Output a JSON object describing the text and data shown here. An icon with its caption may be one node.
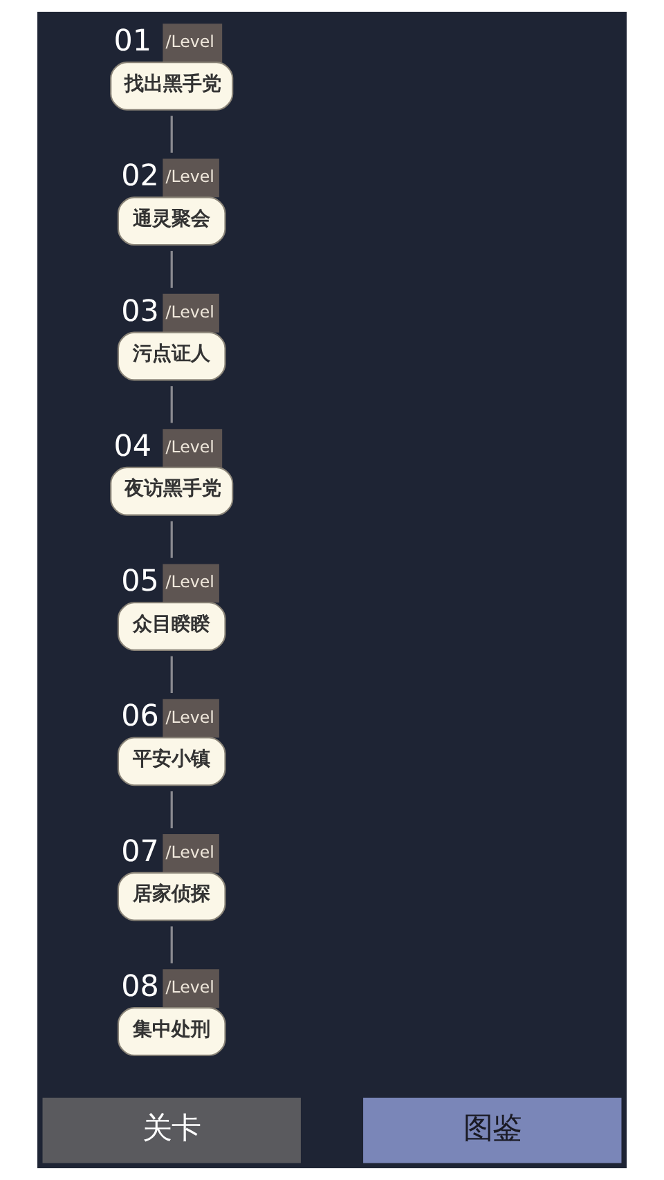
{
  "diagram": {
    "nodes": [
      {
        "text": [
          "01",
          "/Level",
          "找出黑手党"
        ]
      },
      {
        "text": [
          "02",
          "/Level",
          "通灵聚会"
        ]
      },
      {
        "text": [
          "03",
          "/Level",
          "污点证人"
        ]
      },
      {
        "text": [
          "04",
          "/Level",
          "夜访黑手党"
        ]
      },
      {
        "text": [
          "05",
          "/Level",
          "众目睽睽"
        ]
      },
      {
        "text": [
          "06",
          "/Level",
          "平安小镇"
        ]
      },
      {
        "text": [
          "07",
          "/Level",
          "居家侦探"
        ]
      },
      {
        "text": [
          "08",
          "/Level",
          "集中处刑"
        ]
      },
      {
        "text": [
          "关卡"
        ]
      },
      {
        "text": [
          "图鉴"
        ]
      }
    ],
    "edges": [
      {
        "from": 0,
        "to": 1,
        "arrow": "none"
      },
      {
        "from": 1,
        "to": 2,
        "arrow": "none"
      },
      {
        "from": 2,
        "to": 3,
        "arrow": "none"
      },
      {
        "from": 3,
        "to": 4,
        "arrow": "none"
      },
      {
        "from": 4,
        "to": 5,
        "arrow": "none"
      },
      {
        "from": 5,
        "to": 6,
        "arrow": "none"
      },
      {
        "from": 6,
        "to": 7,
        "arrow": "none"
      }
    ]
  }
}
